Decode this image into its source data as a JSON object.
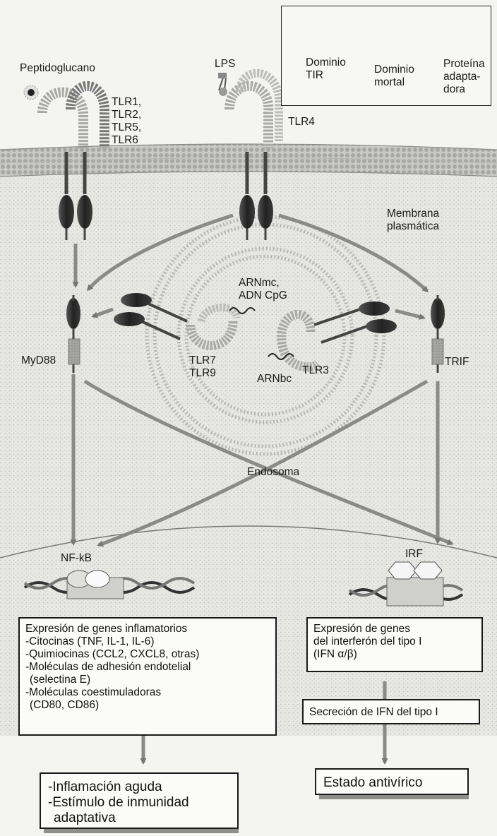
{
  "legend": {
    "tir_label": [
      "Dominio",
      "TIR"
    ],
    "death_label": [
      "Dominio",
      "mortal"
    ],
    "adaptor_label": [
      "Proteína",
      "adapta-",
      "dora"
    ]
  },
  "ligands": {
    "peptidoglycan": "Peptidoglucano",
    "lps": "LPS"
  },
  "receptors": {
    "surface_group": [
      "TLR1,",
      "TLR2,",
      "TLR5,",
      "TLR6"
    ],
    "tlr4": "TLR4",
    "tlr7_9": [
      "TLR7",
      "TLR9"
    ],
    "tlr3": "TLR3"
  },
  "nucleic_acids": {
    "ssrna": [
      "ARNmc,",
      "ADN CpG"
    ],
    "dsrna": "ARNbc"
  },
  "compartments": {
    "membrane": [
      "Membrana",
      "plasmática"
    ],
    "endosome": "Endosoma"
  },
  "adaptors": {
    "myd88": "MyD88",
    "trif": "TRIF"
  },
  "transcription_factors": {
    "nfkb": "NF-kB",
    "irf": "IRF"
  },
  "boxes": {
    "inflammatory": [
      "Expresión de genes inflamatorios",
      "-Citocinas (TNF, IL-1, IL-6)",
      "-Quimiocinas (CCL2, CXCL8, otras)",
      "-Moléculas de adhesión endotelial",
      " (selectina E)",
      "-Moléculas coestimuladoras",
      " (CD80, CD86)"
    ],
    "interferon": [
      "Expresión de genes",
      "del interferón del tipo I",
      "(IFN α/β)"
    ],
    "secretion": "Secreción de IFN del tipo I"
  },
  "outcomes": {
    "inflammation": [
      "-Inflamación aguda",
      "-Estímulo de inmunidad",
      " adaptativa"
    ],
    "antiviral": "Estado antivírico"
  },
  "colors": {
    "cytoplasm": "#e6e6e3",
    "membrane": "#9a9a9a",
    "arrow": "#7a7a7a",
    "tir_domain": "#2e2e2e",
    "death_domain": "#9a9a9a"
  }
}
